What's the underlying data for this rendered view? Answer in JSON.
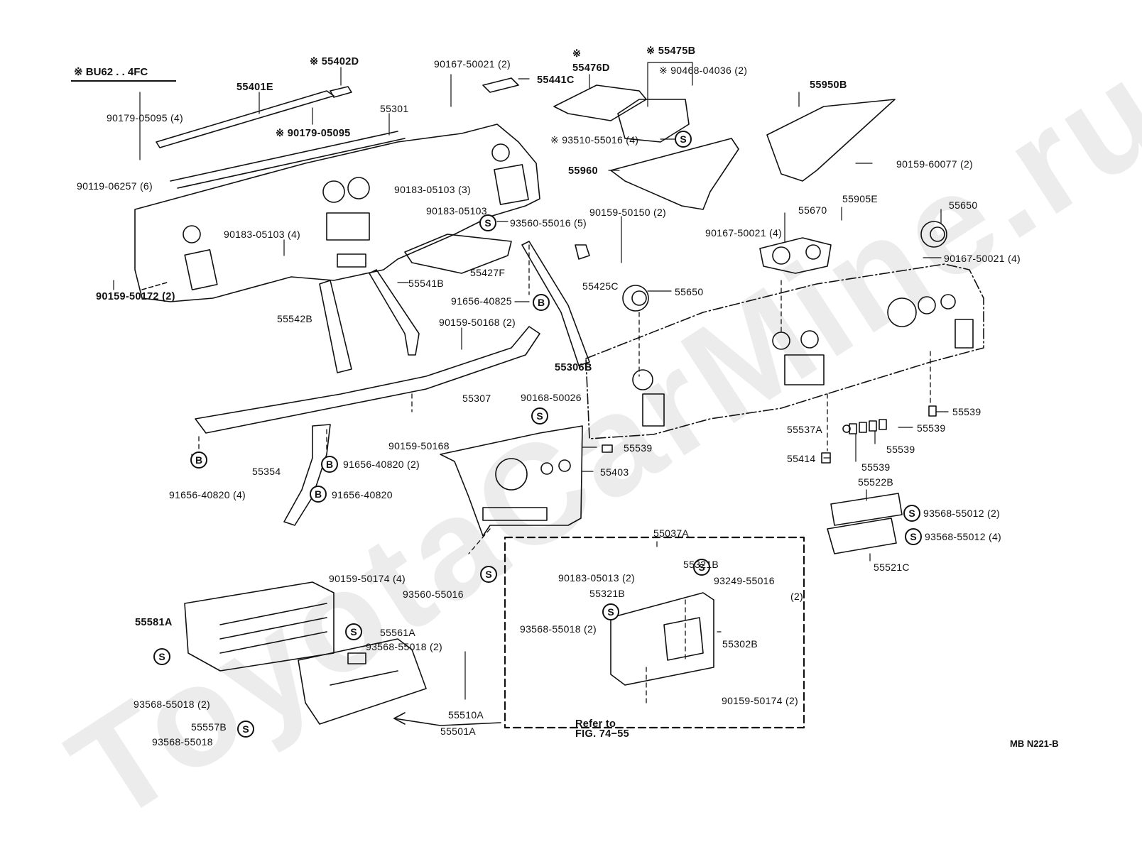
{
  "diagram": {
    "title_note": "※ BU62 . . 4FC",
    "watermark": "ToyotaCarMine.ru",
    "figure_code": "MB N221-B",
    "symbols": {
      "S": "S",
      "B": "B"
    },
    "labels": [
      {
        "id": "p55402D",
        "text": "※ 55402D",
        "bold": true
      },
      {
        "id": "p55401E",
        "text": "55401E",
        "bold": true
      },
      {
        "id": "p90179a",
        "text": "90179-05095 (4)"
      },
      {
        "id": "p90179b",
        "text": "※ 90179-05095",
        "bold": true
      },
      {
        "id": "p55301",
        "text": "55301"
      },
      {
        "id": "p90119",
        "text": "90119-06257 (6)"
      },
      {
        "id": "p90167a",
        "text": "90167-50021 (2)"
      },
      {
        "id": "p55441C",
        "text": "55441C",
        "bold": true
      },
      {
        "id": "p55476Dstar",
        "text": "※",
        "bold": true
      },
      {
        "id": "p55476D",
        "text": "55476D",
        "bold": true
      },
      {
        "id": "p55475B",
        "text": "※ 55475B",
        "bold": true
      },
      {
        "id": "p90468",
        "text": "※ 90468-04036 (2)"
      },
      {
        "id": "p93510",
        "text": "※ 93510-55016 (4)"
      },
      {
        "id": "p55960",
        "text": "55960",
        "bold": true
      },
      {
        "id": "p90183a",
        "text": "90183-05103 (3)"
      },
      {
        "id": "p90183b",
        "text": "90183-05103"
      },
      {
        "id": "p90183c",
        "text": "90183-05103 (4)"
      },
      {
        "id": "p93560a",
        "text": "93560-55016 (5)"
      },
      {
        "id": "p90159_150",
        "text": "90159-50150 (2)"
      },
      {
        "id": "p55950B",
        "text": "55950B",
        "bold": true
      },
      {
        "id": "p90159_60077",
        "text": "90159-60077 (2)"
      },
      {
        "id": "p55905E",
        "text": "55905E"
      },
      {
        "id": "p55670",
        "text": "55670"
      },
      {
        "id": "p55650a",
        "text": "55650"
      },
      {
        "id": "p90167b",
        "text": "90167-50021 (4)"
      },
      {
        "id": "p90167c",
        "text": "90167-50021 (4)"
      },
      {
        "id": "p55427F",
        "text": "55427F"
      },
      {
        "id": "p55425C",
        "text": "55425C"
      },
      {
        "id": "p55650b",
        "text": "55650"
      },
      {
        "id": "p90159_172",
        "text": "90159-50172 (2)",
        "bold": true
      },
      {
        "id": "p55541B",
        "text": "55541B"
      },
      {
        "id": "p91656_825",
        "text": "91656-40825"
      },
      {
        "id": "p55542B",
        "text": "55542B"
      },
      {
        "id": "p90159_168a",
        "text": "90159-50168 (2)"
      },
      {
        "id": "p55306B",
        "text": "55306B",
        "bold": true
      },
      {
        "id": "p55307",
        "text": "55307"
      },
      {
        "id": "p90168",
        "text": "90168-50026"
      },
      {
        "id": "p90159_168b",
        "text": "90159-50168"
      },
      {
        "id": "p55539a",
        "text": "55539"
      },
      {
        "id": "p55403",
        "text": "55403"
      },
      {
        "id": "p55354",
        "text": "55354"
      },
      {
        "id": "p91656_820a",
        "text": "91656-40820 (2)"
      },
      {
        "id": "p91656_820b",
        "text": "91656-40820"
      },
      {
        "id": "p91656_820c",
        "text": "91656-40820 (4)"
      },
      {
        "id": "p55539b",
        "text": "55539"
      },
      {
        "id": "p55537A",
        "text": "55537A"
      },
      {
        "id": "p55539c",
        "text": "55539"
      },
      {
        "id": "p55414",
        "text": "55414"
      },
      {
        "id": "p55539d",
        "text": "55539"
      },
      {
        "id": "p55539e",
        "text": "55539"
      },
      {
        "id": "p55522B",
        "text": "55522B"
      },
      {
        "id": "p93568_012a",
        "text": "93568-55012 (2)"
      },
      {
        "id": "p93568_012b",
        "text": "93568-55012 (4)"
      },
      {
        "id": "p55521C",
        "text": "55521C"
      },
      {
        "id": "p55037A",
        "text": "55037A"
      },
      {
        "id": "p90183_013",
        "text": "90183-05013 (2)"
      },
      {
        "id": "p55321Ba",
        "text": "55321B"
      },
      {
        "id": "p55321Bb",
        "text": "55321B"
      },
      {
        "id": "p93249",
        "text": "93249-55016"
      },
      {
        "id": "p93249q",
        "text": "(2)"
      },
      {
        "id": "p93568_018a",
        "text": "93568-55018 (2)"
      },
      {
        "id": "p55302B",
        "text": "55302B"
      },
      {
        "id": "p90159_174a",
        "text": "90159-50174 (2)"
      },
      {
        "id": "pRefer",
        "text": "Refer to\nFIG. 74−55",
        "bold": true
      },
      {
        "id": "p90159_174b",
        "text": "90159-50174 (4)"
      },
      {
        "id": "p93560b",
        "text": "93560-55016"
      },
      {
        "id": "p55581A",
        "text": "55581A",
        "bold": true
      },
      {
        "id": "p55561A",
        "text": "55561A"
      },
      {
        "id": "p93568_018b",
        "text": "93568-55018 (2)"
      },
      {
        "id": "p93568_018c",
        "text": "93568-55018 (2)"
      },
      {
        "id": "p55510A",
        "text": "55510A"
      },
      {
        "id": "p55501A",
        "text": "55501A"
      },
      {
        "id": "p55557B",
        "text": "55557B"
      },
      {
        "id": "p93568_018d",
        "text": "93568-55018"
      }
    ]
  }
}
